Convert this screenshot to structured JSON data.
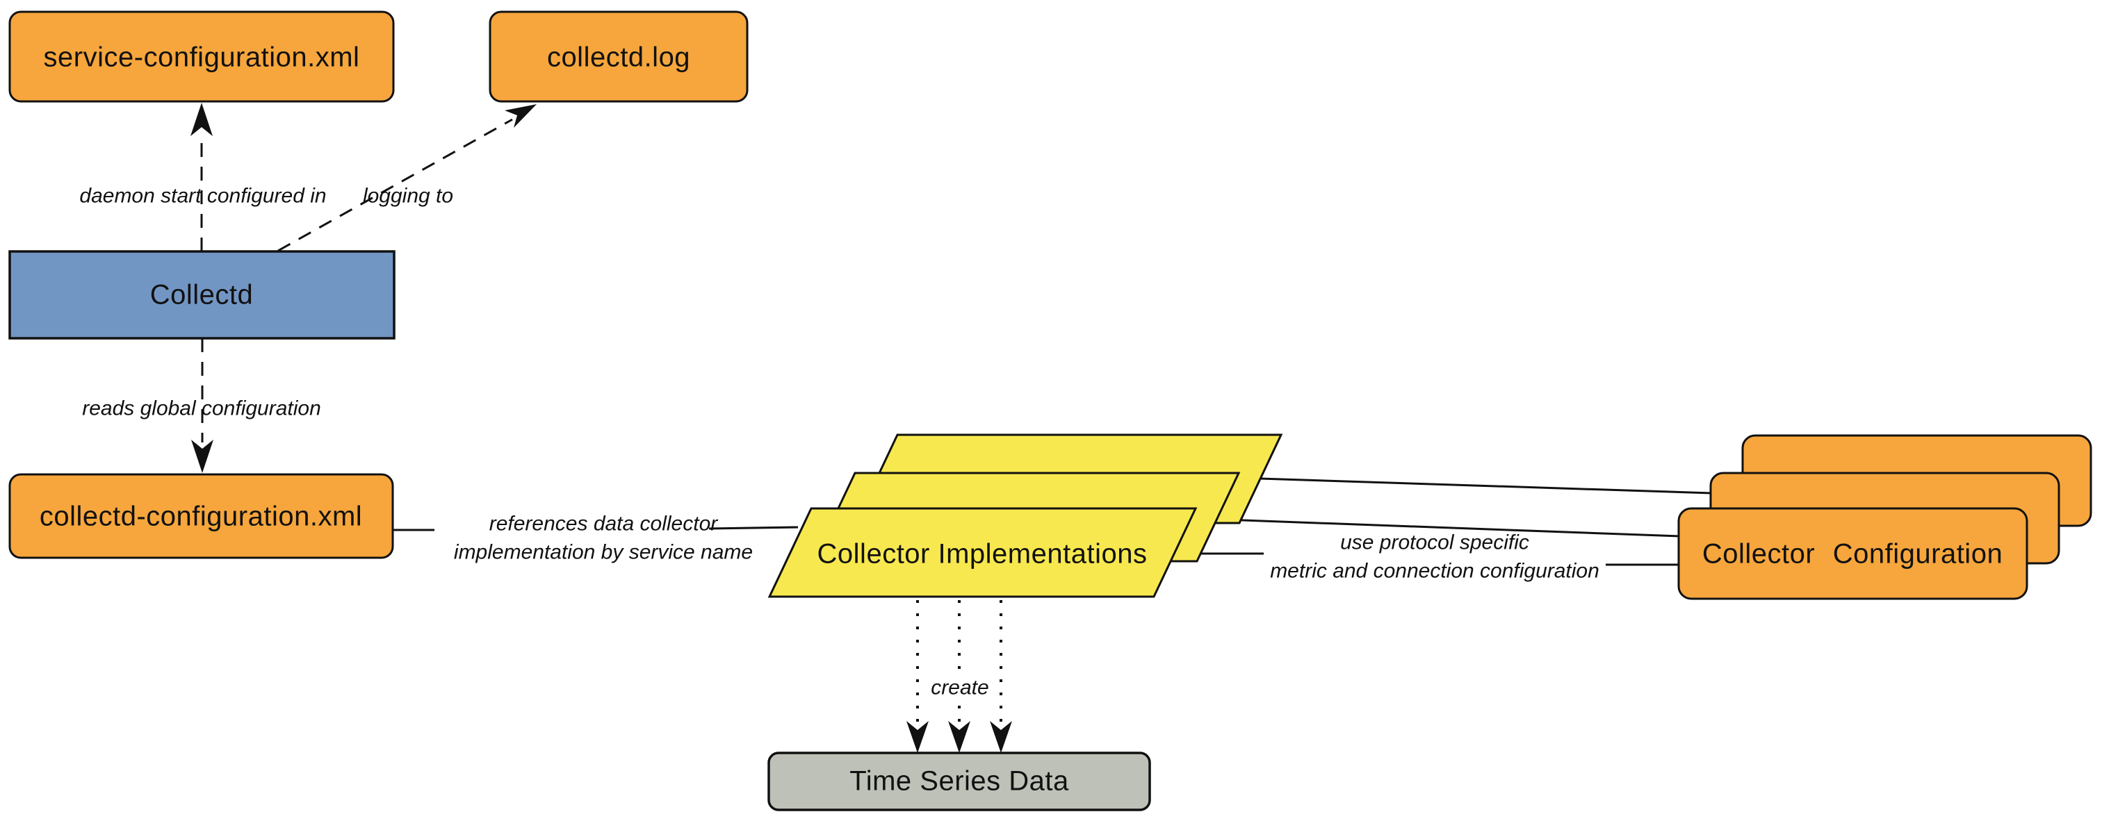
{
  "diagram": {
    "nodes": {
      "service_configuration": {
        "label": "service-configuration.xml"
      },
      "collectd_log": {
        "label": "collectd.log"
      },
      "collectd": {
        "label": "Collectd"
      },
      "collectd_configuration": {
        "label": "collectd-configuration.xml"
      },
      "collector_implementations": {
        "label": "Collector Implementations"
      },
      "collector_configuration": {
        "label": "Collector Configuration"
      },
      "time_series_data": {
        "label": "Time Series Data"
      }
    },
    "edges": {
      "daemon_start": {
        "label": "daemon start configured in"
      },
      "logging_to": {
        "label": "logging to"
      },
      "reads_global": {
        "label": "reads global configuration"
      },
      "references": {
        "label": "references data collector\nimplementation by service name"
      },
      "use_protocol": {
        "label": "use protocol specific\nmetric and connection configuration"
      },
      "create": {
        "label": "create"
      }
    },
    "colors": {
      "orange": "#F6A63D",
      "yellow": "#F7E84F",
      "blue": "#7296C4",
      "gray": "#BEC1B8",
      "stroke": "#111111"
    }
  }
}
